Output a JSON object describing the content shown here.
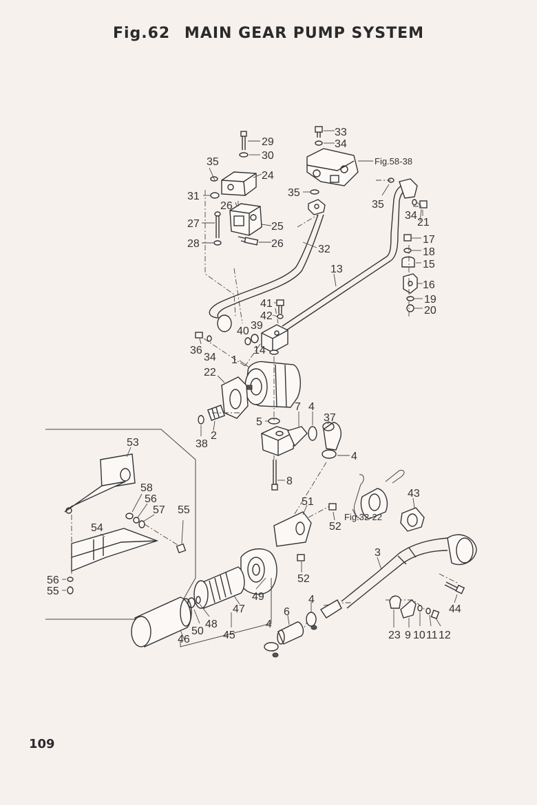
{
  "title": {
    "fig": "Fig.62",
    "name": "MAIN GEAR PUMP SYSTEM"
  },
  "page_number": "109",
  "refs": {
    "fig58": "Fig.58-38",
    "fig32": "Fig.32-22"
  },
  "labels": {
    "l1": "1",
    "l2": "2",
    "l3": "3",
    "l4a": "4",
    "l4b": "4",
    "l4c": "4",
    "l4d": "4",
    "l5": "5",
    "l6": "6",
    "l7": "7",
    "l8": "8",
    "l9": "9",
    "l10": "10",
    "l11": "11",
    "l12": "12",
    "l13": "13",
    "l14": "14",
    "l15": "15",
    "l16": "16",
    "l17": "17",
    "l18": "18",
    "l19": "19",
    "l20": "20",
    "l21": "21",
    "l22": "22",
    "l23": "23",
    "l24": "24",
    "l25": "25",
    "l26a": "26",
    "l26b": "26",
    "l27": "27",
    "l28": "28",
    "l29": "29",
    "l30": "30",
    "l31": "31",
    "l32": "32",
    "l33": "33",
    "l34a": "34",
    "l34b": "34",
    "l34c": "34",
    "l35a": "35",
    "l35b": "35",
    "l35c": "35",
    "l36": "36",
    "l37": "37",
    "l38a": "38",
    "l39": "39",
    "l40": "40",
    "l41": "41",
    "l42": "42",
    "l43": "43",
    "l44": "44",
    "l45": "45",
    "l46": "46",
    "l47": "47",
    "l48": "48",
    "l49": "49",
    "l50": "50",
    "l51": "51",
    "l52a": "52",
    "l52b": "52",
    "l53": "53",
    "l54": "54",
    "l55a": "55",
    "l55b": "55",
    "l56a": "56",
    "l56b": "56",
    "l57": "57",
    "l58": "58"
  }
}
